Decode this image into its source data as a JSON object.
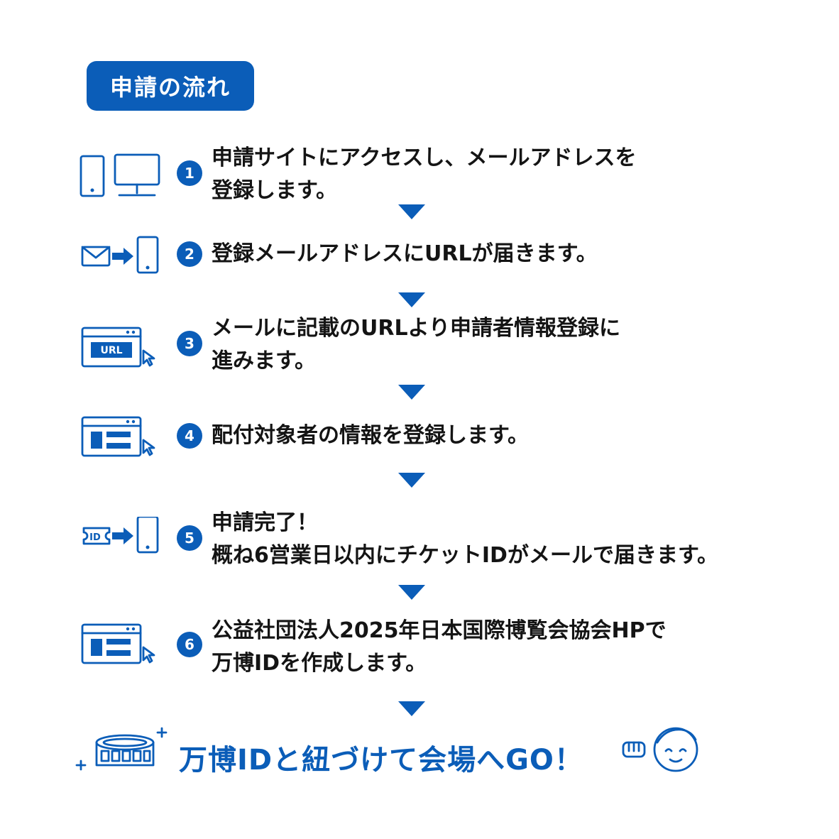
{
  "header": {
    "title": "申請の流れ"
  },
  "steps": [
    {
      "number": "1",
      "lines": [
        "申請サイトにアクセスし、メールアドレスを",
        "登録します。"
      ],
      "icon": "phone-and-monitor-icon"
    },
    {
      "number": "2",
      "lines": [
        "登録メールアドレスにURLが届きます。"
      ],
      "icon": "mail-to-phone-icon"
    },
    {
      "number": "3",
      "lines": [
        "メールに記載のURLより申請者情報登録に",
        "進みます。"
      ],
      "icon": "browser-url-click-icon",
      "icon_label": "URL"
    },
    {
      "number": "4",
      "lines": [
        "配付対象者の情報を登録します。"
      ],
      "icon": "browser-form-click-icon"
    },
    {
      "number": "5",
      "lines": [
        "申請完了！",
        "概ね6営業日以内にチケットIDがメールで届きます。"
      ],
      "icon": "id-ticket-to-phone-icon",
      "icon_label": "ID"
    },
    {
      "number": "6",
      "lines": [
        "公益社団法人2025年日本国際博覧会協会HPで",
        "万博IDを作成します。"
      ],
      "icon": "browser-form-click-icon"
    }
  ],
  "final": {
    "text": "万博IDと紐づけて会場へGO！",
    "left_icon": "expo-venue-icon",
    "right_icon": "fist-and-face-icon"
  },
  "colors": {
    "accent": "#0b5db8",
    "text": "#141414",
    "background": "#ffffff"
  }
}
